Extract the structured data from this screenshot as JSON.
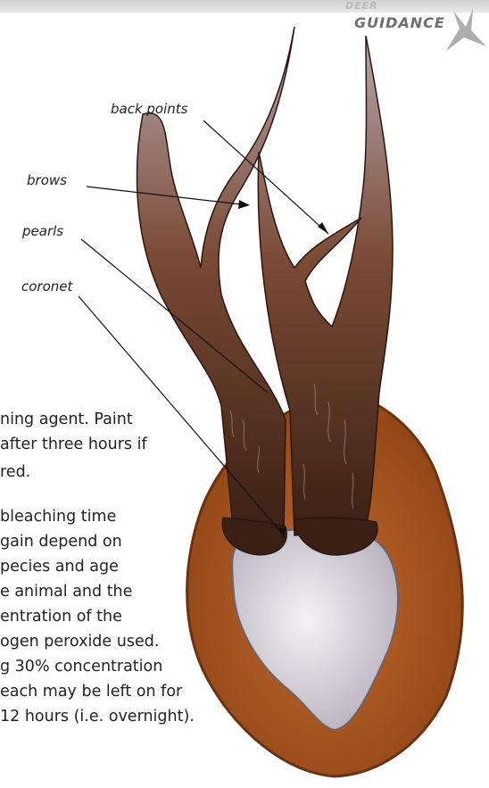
{
  "header": {
    "brand": "GUIDANCE",
    "brand_cut": "DEER"
  },
  "diagram": {
    "labels": {
      "back_points": "back points",
      "brows": "brows",
      "pearls": "pearls",
      "coronet": "coronet"
    }
  },
  "text": {
    "lines": [
      "ning agent. Paint",
      "after three hours if",
      "red.",
      "bleaching time",
      "gain depend on",
      "pecies and age",
      "e animal and the",
      "entration of the",
      "ogen peroxide used.",
      "g 30% concentration",
      "each may be left on for",
      "12 hours (i.e. overnight)."
    ]
  },
  "colors": {
    "shield": "#a8551e",
    "antler_dark": "#4a2a1a",
    "skull": "#e4e0e6",
    "label_text": "#222222"
  }
}
